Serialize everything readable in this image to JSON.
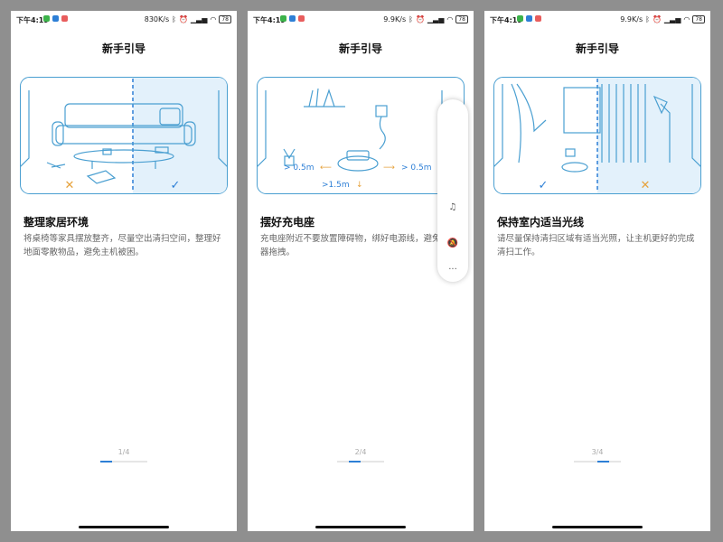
{
  "colors": {
    "accent": "#2d7fd6",
    "cross": "#e6a23c",
    "line": "#4a9fd1",
    "panel_bg": "#e3f1fb"
  },
  "screens": [
    {
      "status": {
        "time": "下午4:19",
        "speed": "830K/s",
        "battery": "78"
      },
      "title": "新手引导",
      "heading": "整理家居环境",
      "description": "将桌椅等家具摆放整齐，尽量空出清扫空间，整理好地面零散物品，避免主机被困。",
      "page": "1/4",
      "progress": 0.25,
      "marks": {
        "left": "✕",
        "right": "✓"
      }
    },
    {
      "status": {
        "time": "下午4:19",
        "speed": "9.9K/s",
        "battery": "78"
      },
      "title": "新手引导",
      "heading": "摆好充电座",
      "description": "充电座附近不要放置障碍物，绑好电源线，避免主机器拖拽。",
      "page": "2/4",
      "progress": 0.5,
      "labels": {
        "left_distance": "> 0.5m",
        "right_distance": "> 0.5m",
        "front_distance": ">1.5m"
      }
    },
    {
      "status": {
        "time": "下午4:19",
        "speed": "9.9K/s",
        "battery": "78"
      },
      "title": "新手引导",
      "heading": "保持室内适当光线",
      "description": "请尽量保持清扫区域有适当光照，让主机更好的完成清扫工作。",
      "page": "3/4",
      "progress": 0.75,
      "marks": {
        "left": "✓",
        "right": "✕"
      }
    }
  ],
  "floating_panel": {
    "icons": [
      "music-note-icon",
      "bell-off-icon",
      "more-icon"
    ],
    "more_label": "···"
  }
}
